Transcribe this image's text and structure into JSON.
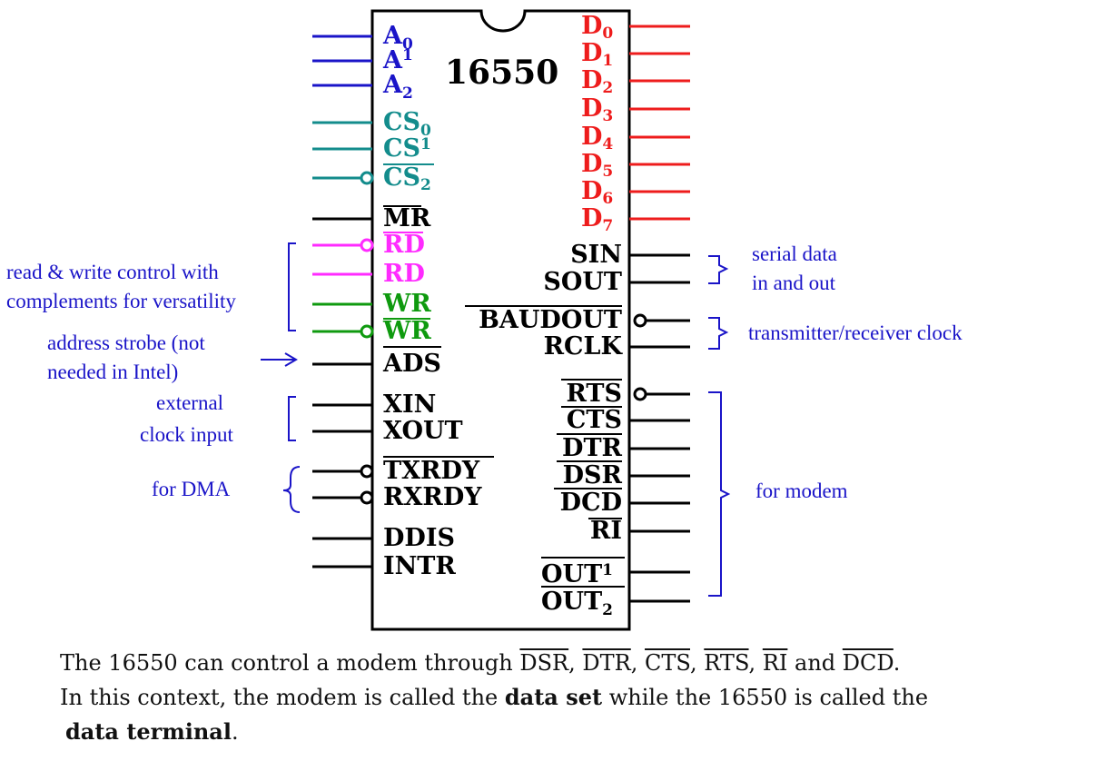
{
  "chip": {
    "title": "16550"
  },
  "colors": {
    "address": "#1a14c8",
    "chip_select": "#138c8c",
    "data": "#ee1c1c",
    "read": "#ff2bff",
    "write": "#0f9a0f",
    "plain": "#000000",
    "note": "#1a14c8"
  },
  "pins": {
    "A0": "A",
    "A0_sub": "0",
    "A1": "A",
    "A1_sub": "1",
    "A2": "A",
    "A2_sub": "2",
    "CS0": "CS",
    "CS0_sub": "0",
    "CS1": "CS",
    "CS1_sub": "1",
    "CS2": "CS",
    "CS2_sub": "2",
    "MR": "MR",
    "RD_n": "RD",
    "RD": "RD",
    "WR": "WR",
    "WR_n": "WR",
    "ADS": "ADS",
    "XIN": "XIN",
    "XOUT": "XOUT",
    "TXRDY": "TXRDY",
    "RXRDY": "RXRDY",
    "DDIS": "DDIS",
    "INTR": "INTR",
    "D": "D",
    "D0_sub": "0",
    "D1_sub": "1",
    "D2_sub": "2",
    "D3_sub": "3",
    "D4_sub": "4",
    "D5_sub": "5",
    "D6_sub": "6",
    "D7_sub": "7",
    "SIN": "SIN",
    "SOUT": "SOUT",
    "BAUDOUT": "BAUDOUT",
    "RCLK": "RCLK",
    "RTS": "RTS",
    "CTS": "CTS",
    "DTR": "DTR",
    "DSR": "DSR",
    "DCD": "DCD",
    "RI": "RI",
    "OUT1": "OUT",
    "OUT1_sub": "1",
    "OUT2": "OUT",
    "OUT2_sub": "2"
  },
  "notes": {
    "rw_line1": "read & write control with",
    "rw_line2": "complements for versatility",
    "ads_line1": "address strobe (not",
    "ads_line2": "needed in Intel)",
    "clk_line1": "external",
    "clk_line2": "clock input",
    "dma": "for DMA",
    "serial_line1": "serial data",
    "serial_line2": "in and out",
    "txrx_clock": "transmitter/receiver clock",
    "modem": "for modem"
  },
  "caption": {
    "p1": "The 16550 can control a modem through",
    "s1": "DSR",
    "c1": ",",
    "s2": "DTR",
    "c2": ",",
    "s3": "CTS",
    "c3": ",",
    "s4": "RTS",
    "c4": ",",
    "s5": "RI",
    "and": "and",
    "s6": "DCD",
    "end": ".",
    "p2a": "In this context, the modem is called the",
    "bold1": "data set",
    "p2b": "while the 16550 is called the",
    "bold2": "data terminal",
    "p3end": "."
  }
}
